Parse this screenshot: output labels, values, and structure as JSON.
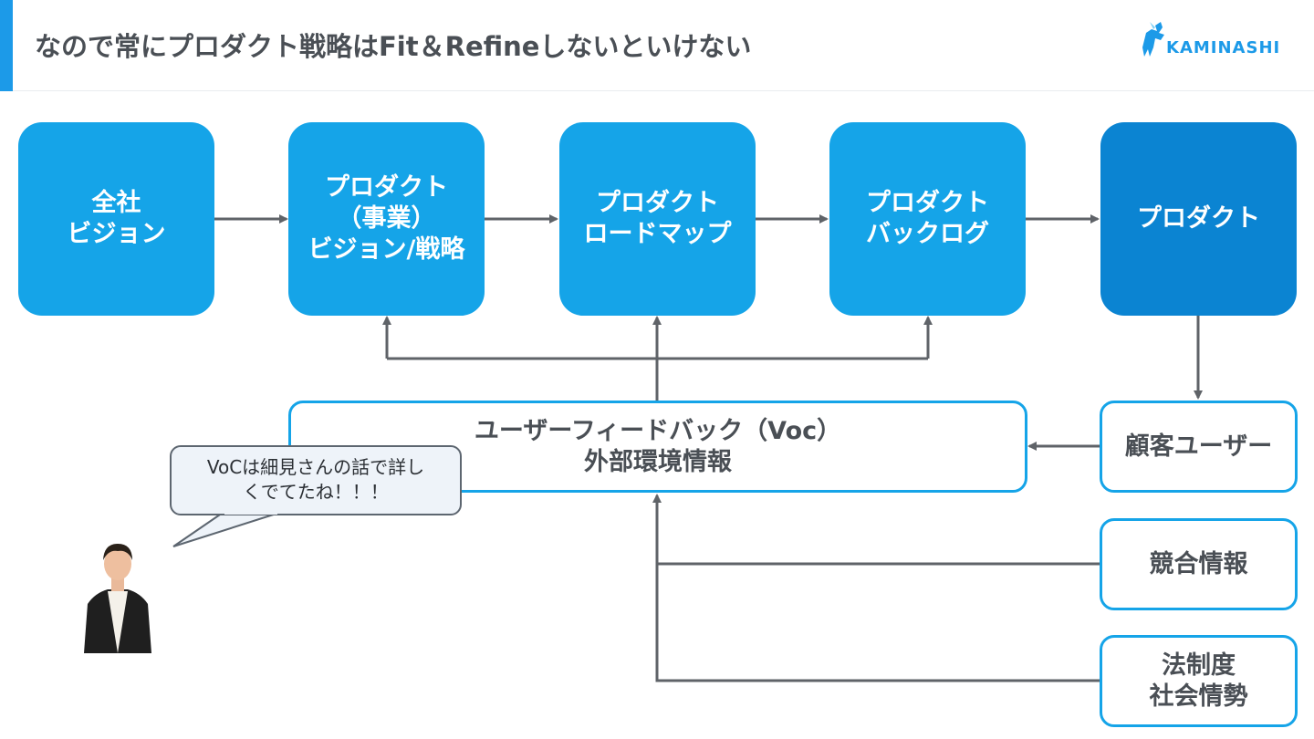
{
  "header": {
    "title": "なので常にプロダクト戦略はFit＆Refineしないといけない",
    "logo_text": "KAMINASHI"
  },
  "flow": {
    "vision": "全社\nビジョン",
    "strategy": "プロダクト\n（事業）\nビジョン/戦略",
    "roadmap": "プロダクト\nロードマップ",
    "backlog": "プロダクト\nバックログ",
    "product": "プロダクト"
  },
  "inputs": {
    "feedback": "ユーザーフィードバック（Voc）\n外部環境情報",
    "customers": "顧客ユーザー",
    "competition": "競合情報",
    "regulation": "法制度\n社会情勢"
  },
  "speech_bubble": {
    "text": "VoCは細見さんの話で詳し\nくでてたね！！！"
  },
  "colors": {
    "accent": "#15a4e8",
    "accent_dark": "#0b84d2",
    "arrow": "#5f6368",
    "text": "#4a4f55"
  }
}
